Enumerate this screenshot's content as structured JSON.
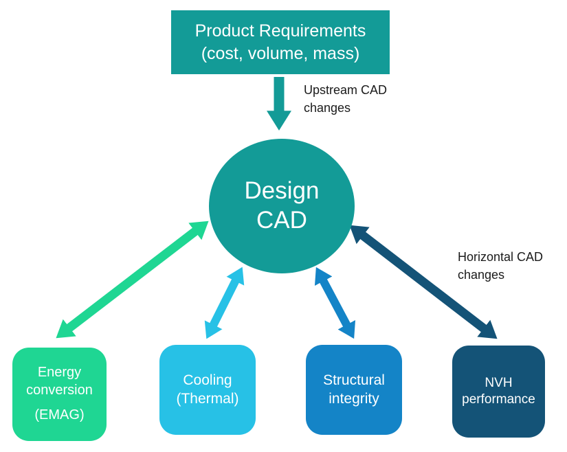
{
  "colors": {
    "teal": "#139B97",
    "mint": "#1FD693",
    "cyan": "#27C1E6",
    "blue": "#1484C7",
    "navy": "#145377",
    "label_text": "#1A1A1A",
    "shape_text": "#FFFFFF",
    "background": "#FFFFFF"
  },
  "diagram": {
    "top_box": {
      "label": "Product Requirements\n(cost, volume, mass)"
    },
    "center_circle": {
      "label": "Design\nCAD"
    },
    "annotations": {
      "upstream": "Upstream CAD\nchanges",
      "horizontal": "Horizontal CAD\nchanges"
    },
    "bottom_boxes": [
      {
        "id": "energy-conversion",
        "label": "Energy\nconversion",
        "sublabel": "(EMAG)",
        "color": "mint"
      },
      {
        "id": "cooling-thermal",
        "label": "Cooling\n(Thermal)",
        "color": "cyan"
      },
      {
        "id": "structural-integrity",
        "label": "Structural\nintegrity",
        "color": "blue"
      },
      {
        "id": "nvh-performance",
        "label": "NVH\nperformance",
        "color": "navy"
      }
    ],
    "arrows": [
      {
        "name": "upstream-arrow",
        "from": "Product Requirements",
        "to": "Design CAD",
        "direction": "down",
        "color": "teal"
      },
      {
        "name": "energy-link-arrow",
        "from": "Design CAD",
        "to": "Energy conversion (EMAG)",
        "direction": "bidirectional",
        "color": "mint"
      },
      {
        "name": "cooling-link-arrow",
        "from": "Design CAD",
        "to": "Cooling (Thermal)",
        "direction": "bidirectional",
        "color": "cyan"
      },
      {
        "name": "structural-link-arrow",
        "from": "Design CAD",
        "to": "Structural integrity",
        "direction": "bidirectional",
        "color": "blue"
      },
      {
        "name": "nvh-link-arrow",
        "from": "Design CAD",
        "to": "NVH performance",
        "direction": "bidirectional",
        "color": "navy"
      }
    ]
  }
}
